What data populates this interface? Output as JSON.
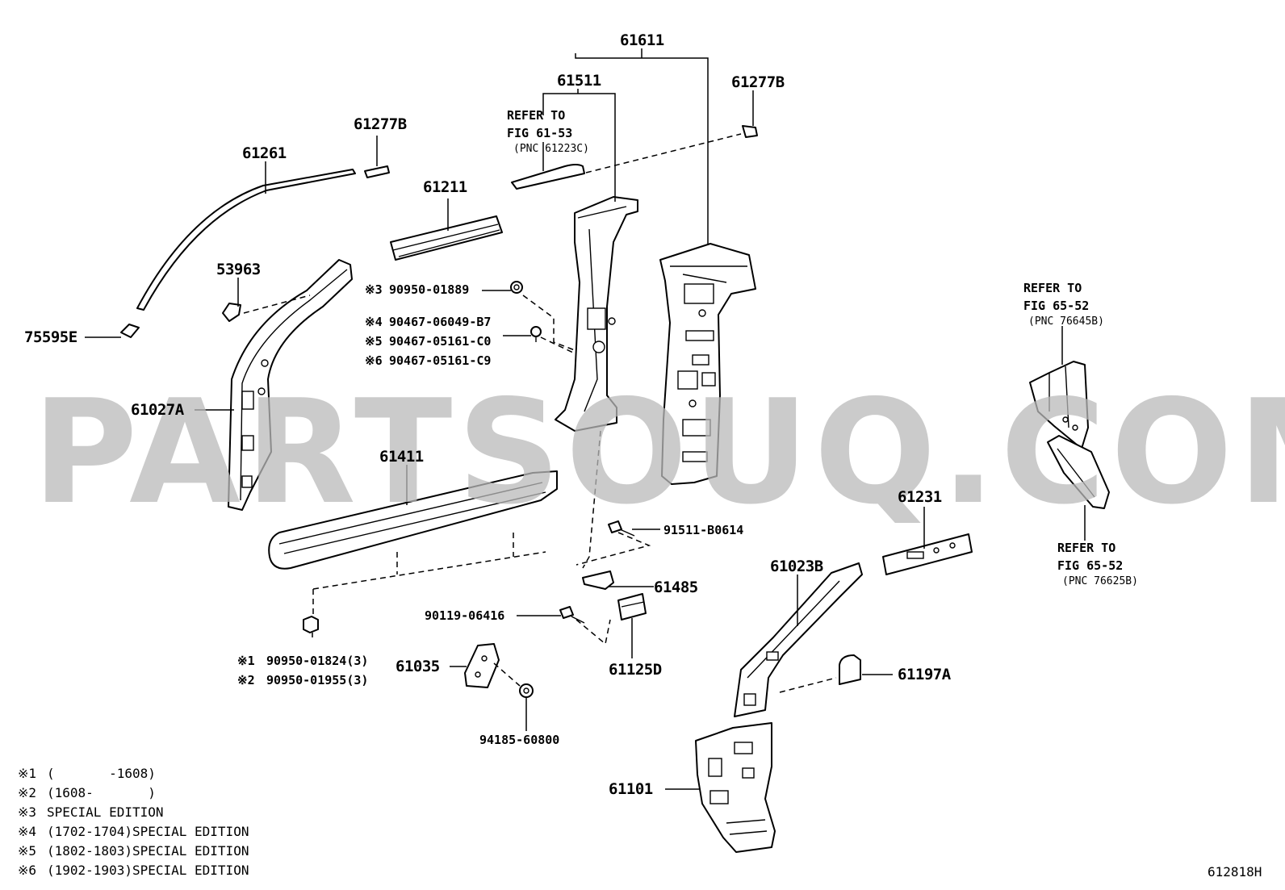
{
  "watermark": "PARTSOUQ.COM",
  "figure_code": "612818H",
  "labels": {
    "p61611": "61611",
    "p61511": "61511",
    "p61277b_top": "61277B",
    "p61277b_left": "61277B",
    "p61261": "61261",
    "p61211": "61211",
    "p53963": "53963",
    "p75595e": "75595E",
    "p61027a": "61027A",
    "p61411": "61411",
    "p61231": "61231",
    "p61023b": "61023B",
    "p61485": "61485",
    "p61125d": "61125D",
    "p61035": "61035",
    "p61197a": "61197A",
    "p61101": "61101",
    "b9151150614": "91511-B0614",
    "b9011906416": "90119-06416",
    "b9418560800": "94185-60800",
    "c1_mark": "※1",
    "c1": "90950-01824(3)",
    "c2_mark": "※2",
    "c2": "90950-01955(3)",
    "c3_mark": "※3",
    "c3": "90950-01889",
    "c4_mark": "※4",
    "c4": "90467-06049-B7",
    "c5_mark": "※5",
    "c5": "90467-05161-C0",
    "c6_mark": "※6",
    "c6": "90467-05161-C9"
  },
  "refs": {
    "r1": {
      "line1": "REFER TO",
      "line2": "FIG 61-53",
      "line3": "(PNC 61223C)"
    },
    "r2": {
      "line1": "REFER TO",
      "line2": "FIG 65-52",
      "line3": "(PNC 76645B)"
    },
    "r3": {
      "line1": "REFER TO",
      "line2": "FIG 65-52",
      "line3": "(PNC 76625B)"
    }
  },
  "notes": [
    {
      "mark": "※1",
      "text": "(       -1608)"
    },
    {
      "mark": "※2",
      "text": "(1608-       )"
    },
    {
      "mark": "※3",
      "text": "SPECIAL EDITION"
    },
    {
      "mark": "※4",
      "text": "(1702-1704)SPECIAL EDITION"
    },
    {
      "mark": "※5",
      "text": "(1802-1803)SPECIAL EDITION"
    },
    {
      "mark": "※6",
      "text": "(1902-1903)SPECIAL EDITION"
    }
  ]
}
